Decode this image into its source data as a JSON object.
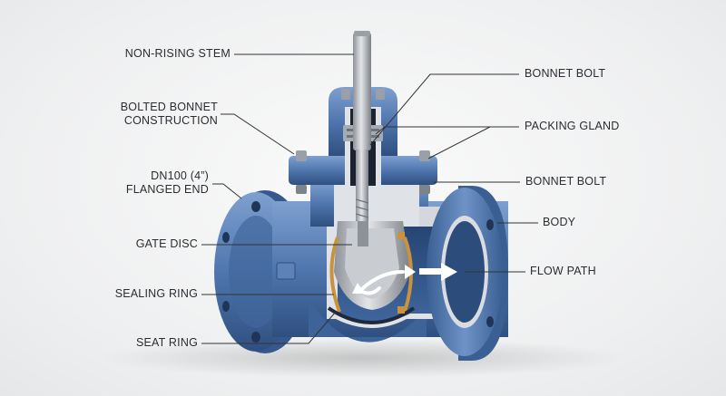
{
  "colors": {
    "body_blue": "#4f76ae",
    "body_blue_dark": "#2f4f7f",
    "body_blue_light": "#7ea0cf",
    "steel": "#b9bdc2",
    "steel_dark": "#6e747b",
    "brass": "#c9923f",
    "flow_arrow": "#ffffff",
    "leader_line": "#333333"
  },
  "labels": {
    "stem": "NON-RISING STEM",
    "bonnet_construction": "BOLTED BONNET\nCONSTRUCTION",
    "flanged_end": "DN100 (4”)\nFLANGED END",
    "gate_disc": "GATE DISC",
    "sealing_ring": "SEALING RING",
    "seat_ring": "SEAT RING",
    "bonnet_bolt_top": "BONNET BOLT",
    "packing_gland": "PACKING GLAND",
    "bonnet_bolt_right": "BONNET BOLT",
    "body": "BODY",
    "flow_path": "FLOW PATH"
  }
}
